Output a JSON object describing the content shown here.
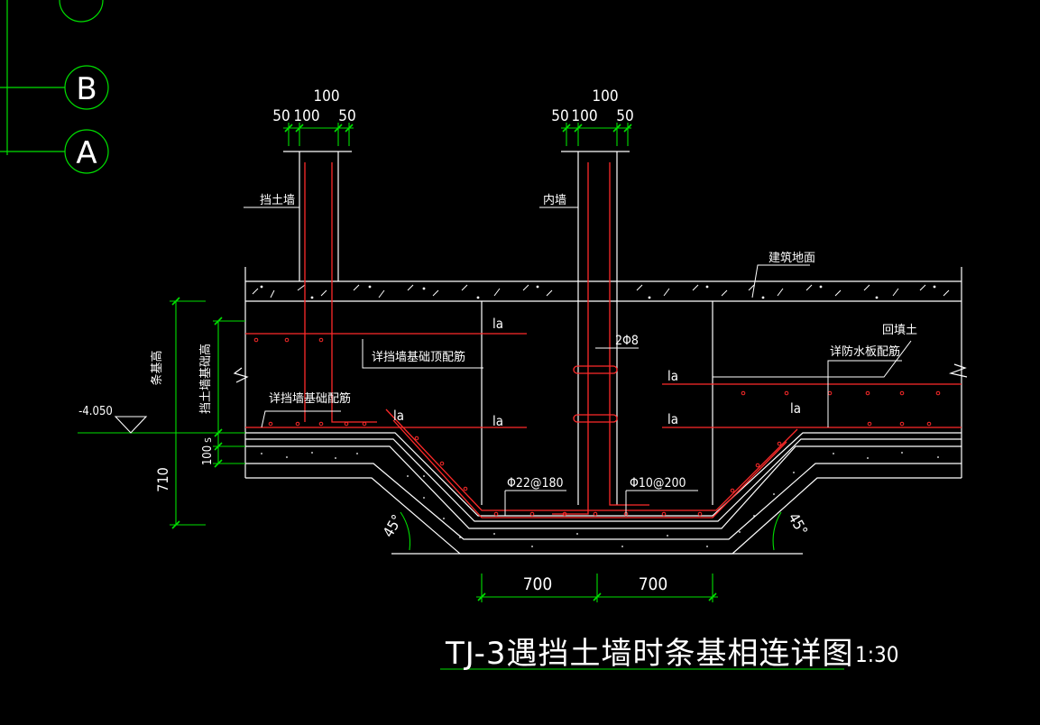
{
  "colors": {
    "background": "#000000",
    "concrete_line": "#ffffff",
    "rebar": "#ff2a2a",
    "dimension": "#00e000",
    "text": "#ffffff"
  },
  "axes": {
    "grid_bubbles": [
      "B",
      "A"
    ]
  },
  "dims": {
    "left_top_total": "100",
    "left_top_parts": [
      "50",
      "100",
      "50"
    ],
    "right_top_total": "100",
    "right_top_parts": [
      "50",
      "100",
      "50"
    ],
    "left_vertical_tiao": "条基高",
    "left_vertical_wall": "挡土墙基础高",
    "left_vertical_100": "100",
    "left_vertical_s": "S",
    "left_vertical_710": "710",
    "level": "-4.050",
    "bottom_left": "700",
    "bottom_right": "700",
    "angle_left": "45°",
    "angle_right": "45°"
  },
  "labels": {
    "retaining_wall": "挡土墙",
    "inner_wall": "内墙",
    "ground": "建筑地面",
    "backfill": "回填土",
    "la1": "la",
    "la2": "la",
    "la3": "la",
    "la4": "la",
    "la5": "la",
    "la6": "la",
    "wall_top_rebar": "详挡墙基础顶配筋",
    "wall_base_rebar": "详挡墙基础配筋",
    "rebar_2phi8": "2Φ8",
    "waterproof_rebar": "详防水板配筋",
    "rebar_phi22": "Φ22@180",
    "rebar_phi10": "Φ10@200"
  },
  "title": {
    "main": "TJ-3遇挡土墙时条基相连详图",
    "scale": "1:30"
  }
}
